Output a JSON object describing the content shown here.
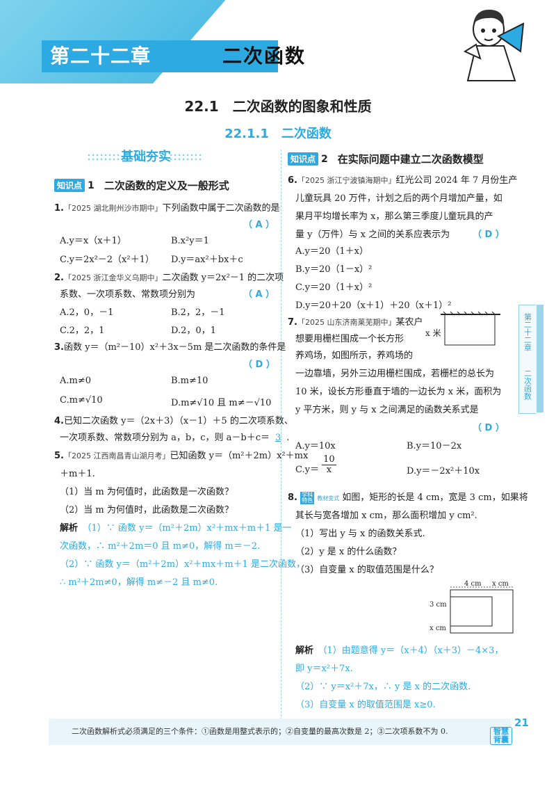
{
  "header": {
    "chapter": "第二十二章",
    "chapter_title": "二次函数",
    "section": "22.1　二次函数的图象和性质",
    "subsection": "22.1.1　二次函数",
    "banner": "基础夯实"
  },
  "kp1": {
    "tag": "知识点",
    "num": "1",
    "text": "二次函数的定义及一般形式"
  },
  "kp2": {
    "tag": "知识点",
    "num": "2",
    "text": "在实际问题中建立二次函数模型"
  },
  "q1": {
    "no": "1.",
    "src": "「2025 湖北荆州沙市期中」",
    "text": "下列函数中属于二次函数的是",
    "answer": "A",
    "optA": "A.y＝x（x＋1）",
    "optB": "B.x²y＝1",
    "optC": "C.y＝2x²－2（x²＋1）",
    "optD": "D.y＝ax²＋bx＋c"
  },
  "q2": {
    "no": "2.",
    "src": "「2025 浙江金华义乌期中」",
    "text1": "二次函数 y＝2x²－1 的二次项",
    "text2": "系数、一次项系数、常数项分别为",
    "answer": "A",
    "optA": "A.2，0，－1",
    "optB": "B.2，2，－1",
    "optC": "C.2，2，1",
    "optD": "D.2，0，1"
  },
  "q3": {
    "no": "3.",
    "text": "函数 y＝（m²－10）x²＋3x－5m 是二次函数的条件是",
    "answer": "D",
    "optA": "A.m≠0",
    "optB": "B.m≠10",
    "optC": "C.m≠√10",
    "optD": "D.m≠√10 且 m≠－√10"
  },
  "q4": {
    "no": "4.",
    "text1": "已知二次函数 y＝（2x＋3）（x－1）＋5 的二次项系数、",
    "text2": "一次项系数、常数项分别为 a，b，c，则 a－b＋c＝",
    "answer": "3",
    "end": "."
  },
  "q5": {
    "no": "5.",
    "src": "「2025 江西南昌青山湖月考」",
    "text1": "已知函数 y＝（m²＋2m）x²＋mx",
    "text2": "＋m＋1.",
    "p1": "（1）当 m 为何值时，此函数是一次函数？",
    "p2": "（2）当 m 为何值时，此函数是二次函数？",
    "sol_label": "解析",
    "s1": "（1）∵ 函数 y＝（m²＋2m）x²＋mx＋m＋1 是一",
    "s2": "次函数，∴ m²＋2m＝0 且 m≠0，解得 m＝－2.",
    "s3": "（2）∵ 函数 y＝（m²＋2m）x²＋mx＋m＋1 是二次函数，",
    "s4": "∴ m²＋2m≠0，解得 m≠－2 且 m≠0."
  },
  "q6": {
    "no": "6.",
    "src": "「2025 浙江宁波镇海期中」",
    "t1": "红光公司 2024 年 7 月份生产",
    "t2": "儿童玩具 20 万件，计划之后的两个月增加产量，如",
    "t3": "果月平均增长率为 x，那么第三季度儿童玩具的产",
    "t4": "量 y（万件）与 x 之间的关系应表示为",
    "answer": "D",
    "optA": "A.y＝20（1＋x）",
    "optB": "B.y＝20（1－x）²",
    "optC": "C.y＝20（1＋x）²",
    "optD": "D.y＝20＋20（x＋1）＋20（x＋1）²"
  },
  "q7": {
    "no": "7.",
    "src": "「2025 山东济南莱芜期中」",
    "t1": "某农户",
    "t2": "想要用栅栏围成一个长方形",
    "t3": "养鸡场，如图所示，养鸡场的",
    "t4": "一边靠墙，另外三边用栅栏围成，若栅栏的总长为",
    "t5": "10 米，设长方形垂直于墙的一边长为 x 米，面积为",
    "t6": "y 平方米，则 y 与 x 之间满足的函数关系式是",
    "answer": "D",
    "fig_label": "x 米",
    "optA": "A.y＝10x",
    "optB": "B.y＝10－2x",
    "optC_pre": "C.y＝",
    "optC_num": "10",
    "optC_den": "x",
    "optD": "D.y＝－2x²＋10x"
  },
  "q8": {
    "no": "8.",
    "badge1": "学科",
    "badge2": "特色",
    "badge3": "教材变式",
    "t1": "如图，矩形的长是 4 cm，宽是 3 cm，如果将",
    "t2": "其长与宽各增加 x cm，那么面积增加 y cm².",
    "p1": "（1）写出 y 与 x 的函数关系式.",
    "p2": "（2）y 是 x 的什么函数？",
    "p3": "（3）自变量 x 的取值范围是什么？",
    "fig_4": "4 cm",
    "fig_x1": "x cm",
    "fig_3": "3 cm",
    "fig_x2": "x cm",
    "sol_label": "解析",
    "s1": "（1）由题意得 y＝（x＋4）（x＋3）－4×3，",
    "s2": "即 y＝x²＋7x.",
    "s3": "（2）∵ y＝x²＋7x，∴ y 是 x 的二次函数.",
    "s4": "（3）自变量 x 的取值范围是 x≥0."
  },
  "footer": {
    "tip": "二次函数解析式必须满足的三个条件：①函数是用整式表示的；②自变量的最高次数是 2；③二次项系数不为 0.",
    "brand": "智慧背囊",
    "page": "21"
  },
  "sidebar": {
    "chapter": "第二十二章",
    "topic": "二次函数"
  },
  "colors": {
    "accent": "#2daae1",
    "light": "#dff0f7"
  }
}
